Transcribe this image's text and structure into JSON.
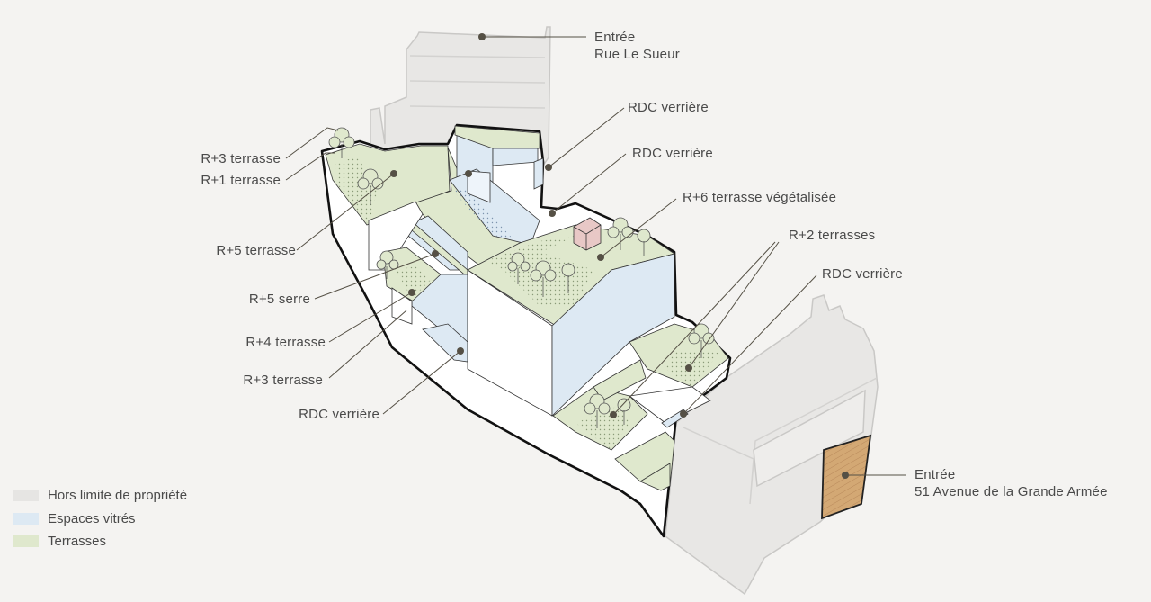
{
  "labels": {
    "entree_rue": [
      "Entrée",
      "Rue Le Sueur"
    ],
    "rdc_verriere_1": "RDC verrière",
    "rdc_verriere_2": "RDC verrière",
    "r6": "R+6 terrasse végétalisée",
    "r2": "R+2 terrasses",
    "rdc_verriere_3": "RDC verrière",
    "entree_avenue": [
      "Entrée",
      "51 Avenue de la Grande Armée"
    ],
    "r3_left": "R+3 terrasse",
    "r1_left": "R+1 terrasse",
    "r5": "R+5 terrasse",
    "r5_serre": "R+5 serre",
    "r4": "R+4 terrasse",
    "r3_bottom": "R+3 terrasse",
    "rdc_verriere_4": "RDC verrière"
  },
  "legend": [
    {
      "label": "Hors limite de propriété",
      "color": "#e6e5e3"
    },
    {
      "label": "Espaces vitrés",
      "color": "#dde9f3"
    },
    {
      "label": "Terrasses",
      "color": "#dfe8cd"
    }
  ],
  "colors": {
    "background": "#f4f3f1",
    "outside_property": "#e8e7e5",
    "glass": "#dde9f3",
    "terrace": "#dfe8cd",
    "entrance_door": "#d3a874",
    "marker": "#555045"
  }
}
